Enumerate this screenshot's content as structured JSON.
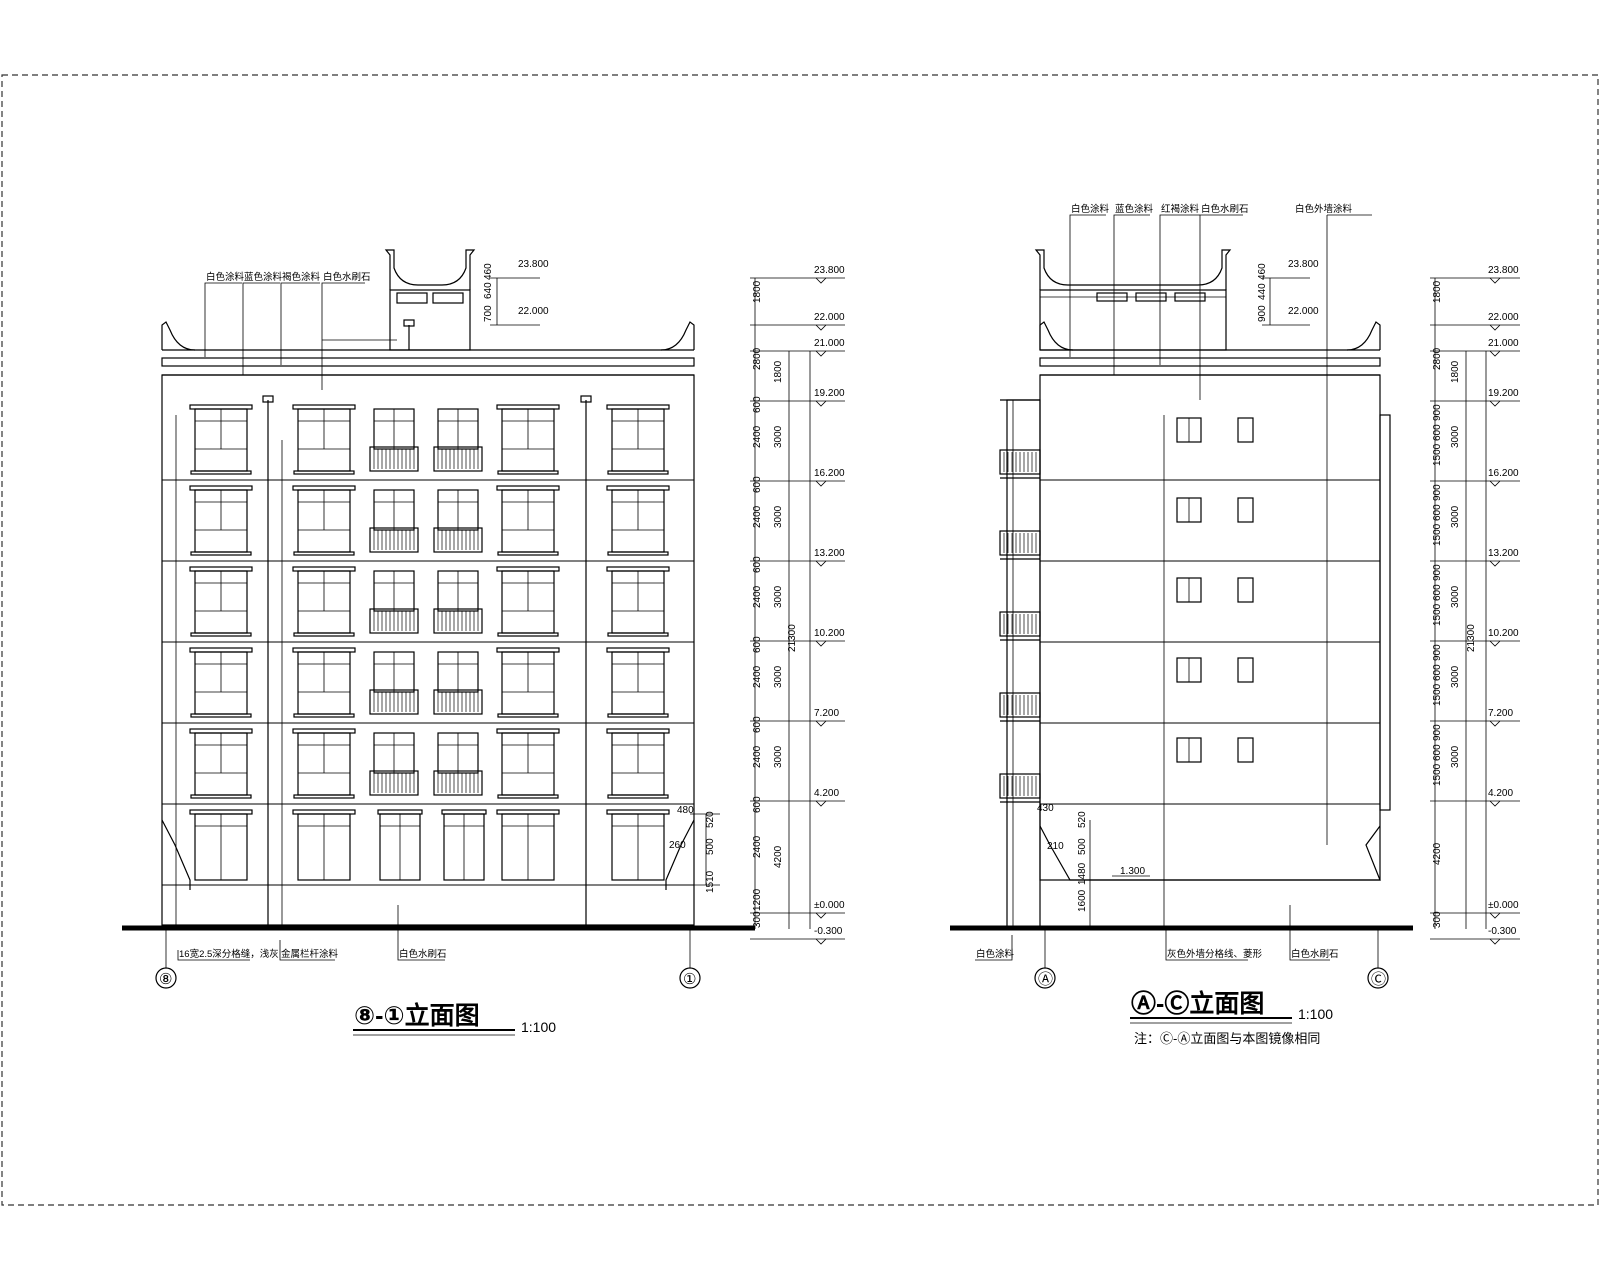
{
  "front": {
    "title": "⑧-①立面图",
    "scale": "1:100",
    "axis_left": "⑧",
    "axis_right": "①",
    "top_notes": [
      "白色涂料",
      "蓝色涂料",
      "褐色涂料",
      "白色水刷石"
    ],
    "bottom_notes": [
      "16宽2.5深分格缝，浅灰",
      "金属栏杆涂料",
      "白色水刷石"
    ],
    "levels": [
      "23.800",
      "22.000",
      "21.000",
      "19.200",
      "16.200",
      "13.200",
      "10.200",
      "7.200",
      "4.200",
      "±0.000",
      "-0.300"
    ],
    "roof_levels": [
      "23.800",
      "22.000"
    ],
    "roof_dims": [
      "700",
      "640",
      "460"
    ],
    "dims_col1": [
      "1800",
      "2800",
      "600",
      "2400",
      "600",
      "2400",
      "600",
      "2400",
      "600",
      "2400",
      "600",
      "2400",
      "600",
      "2400",
      "1200",
      "300"
    ],
    "dims_col2": [
      "1800",
      "3000",
      "3000",
      "3000",
      "3000",
      "3000",
      "4200"
    ],
    "total": "21300",
    "plinth_dims": [
      "480",
      "520",
      "260",
      "500",
      "1510"
    ]
  },
  "side": {
    "title": "Ⓐ-Ⓒ立面图",
    "scale": "1:100",
    "axis_left": "Ⓐ",
    "axis_right": "Ⓒ",
    "note": "注：Ⓒ-Ⓐ立面图与本图镜像相同",
    "top_notes": [
      "白色涂料",
      "蓝色涂料",
      "红褐涂料",
      "白色水刷石",
      "白色外墙涂料"
    ],
    "bottom_notes": [
      "白色涂料",
      "灰色外墙分格线、菱形",
      "白色水刷石"
    ],
    "levels": [
      "23.800",
      "22.000",
      "21.000",
      "19.200",
      "16.200",
      "13.200",
      "10.200",
      "7.200",
      "4.200",
      "±0.000",
      "-0.300"
    ],
    "roof_levels": [
      "23.800",
      "22.000"
    ],
    "roof_dims": [
      "460",
      "900",
      "440"
    ],
    "dims_col1": [
      "1800",
      "2800",
      "900",
      "600",
      "1500",
      "900",
      "600",
      "1500",
      "900",
      "600",
      "1500",
      "900",
      "600",
      "1500",
      "900",
      "600",
      "1500",
      "4200",
      "300"
    ],
    "dims_col2": [
      "1800",
      "3000",
      "3000",
      "3000",
      "3000",
      "3000"
    ],
    "total": "21300",
    "plinth_dims": [
      "430",
      "520",
      "210",
      "500",
      "1480",
      "1600"
    ],
    "entrance_level": "1.300"
  }
}
